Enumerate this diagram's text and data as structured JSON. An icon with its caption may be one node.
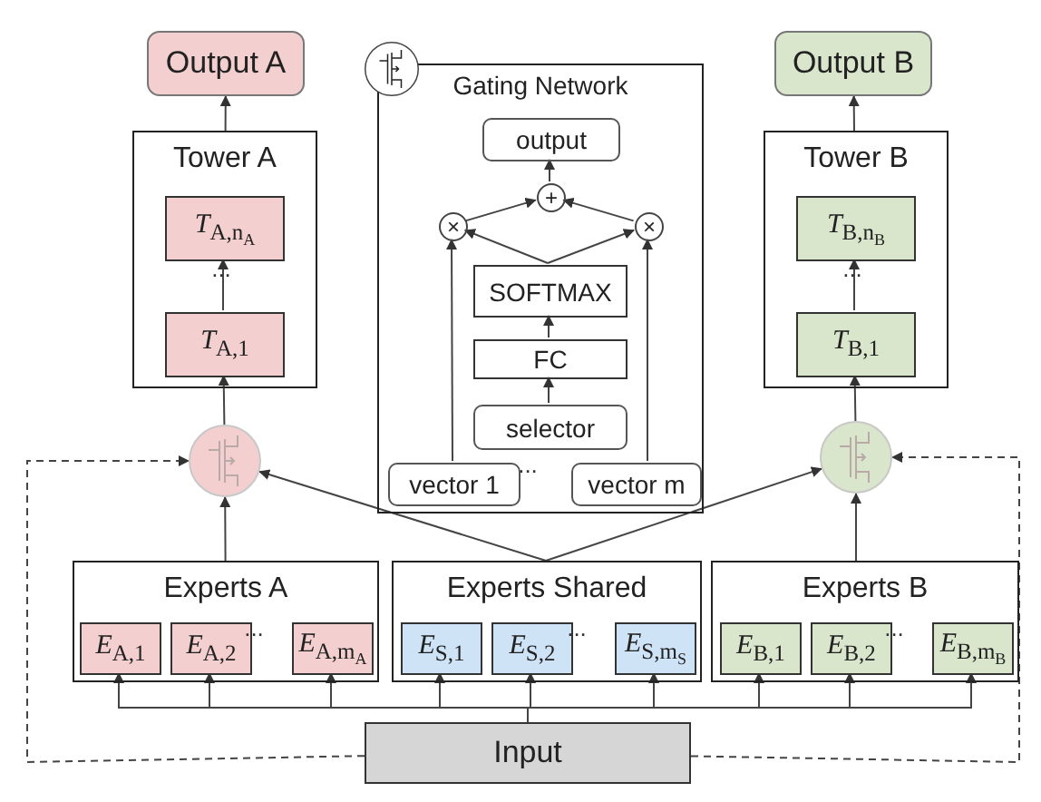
{
  "diagram": {
    "nodes": [
      {
        "text": [
          "Output A"
        ]
      },
      {
        "text": [
          "Tower A"
        ]
      },
      {
        "text": [
          "*T*$_{A,n}$$_{A}$"
        ],
        "in": 1
      },
      {
        "text": [
          "*T*$_{A,1}$"
        ],
        "in": 1
      },
      {
        "text": [
          "Gating Network"
        ]
      },
      {
        "text": [
          "output"
        ],
        "in": 4
      },
      {
        "text": [
          "+"
        ],
        "in": 4
      },
      {
        "text": [
          "×"
        ],
        "in": 4
      },
      {
        "text": [
          "×"
        ],
        "in": 4
      },
      {
        "text": [
          "SOFTMAX"
        ],
        "in": 4
      },
      {
        "text": [
          "FC"
        ],
        "in": 4
      },
      {
        "text": [
          "selector"
        ],
        "in": 4
      },
      {
        "text": [
          "vector 1"
        ],
        "in": 4
      },
      {
        "text": [
          "vector m"
        ],
        "in": 4
      },
      {
        "text": [
          "Output B"
        ]
      },
      {
        "text": [
          "Tower B"
        ]
      },
      {
        "text": [
          "*T*$_{B,n}$$_{B}$"
        ],
        "in": 15
      },
      {
        "text": [
          "*T*$_{B,1}$"
        ],
        "in": 15
      },
      {
        "text": [],
        "shape": "circle"
      },
      {
        "text": [],
        "shape": "circle"
      },
      {
        "text": [
          "Experts A"
        ]
      },
      {
        "text": [
          "*E*$_{A,1}$"
        ],
        "in": 20
      },
      {
        "text": [
          "*E*$_{A,2}$"
        ],
        "in": 20
      },
      {
        "text": [
          "*E*$_{A,m}$$_{A}$"
        ],
        "in": 20
      },
      {
        "text": [
          "Experts Shared"
        ]
      },
      {
        "text": [
          "*E*$_{S,1}$"
        ],
        "in": 24
      },
      {
        "text": [
          "*E*$_{S,2}$"
        ],
        "in": 24
      },
      {
        "text": [
          "*E*$_{S,m}$$_{S}$"
        ],
        "in": 24
      },
      {
        "text": [
          "Experts B"
        ]
      },
      {
        "text": [
          "*E*$_{B,1}$"
        ],
        "in": 28
      },
      {
        "text": [
          "*E*$_{B,2}$"
        ],
        "in": 28
      },
      {
        "text": [
          "*E*$_{B,m}$$_{B}$"
        ],
        "in": 28
      },
      {
        "text": [
          "Input"
        ]
      }
    ],
    "edges": [
      {
        "from": 1,
        "to": 0,
        "arrow": "to"
      },
      {
        "from": 3,
        "to": 2,
        "arrow": "to"
      },
      {
        "from": 18,
        "to": 3,
        "arrow": "to"
      },
      {
        "from": 15,
        "to": 14,
        "arrow": "to"
      },
      {
        "from": 17,
        "to": 16,
        "arrow": "to"
      },
      {
        "from": 19,
        "to": 17,
        "arrow": "to"
      },
      {
        "from": 20,
        "to": 18,
        "arrow": "to"
      },
      {
        "from": 24,
        "to": 18,
        "arrow": "to"
      },
      {
        "from": 24,
        "to": 19,
        "arrow": "to"
      },
      {
        "from": 28,
        "to": 19,
        "arrow": "to"
      },
      {
        "from": 32,
        "to": 18,
        "arrow": "to",
        "style": "dashed"
      },
      {
        "from": 32,
        "to": 19,
        "arrow": "to",
        "style": "dashed"
      },
      {
        "from": 32,
        "to": 21,
        "arrow": "to"
      },
      {
        "from": 32,
        "to": 22,
        "arrow": "to"
      },
      {
        "from": 32,
        "to": 23,
        "arrow": "to"
      },
      {
        "from": 32,
        "to": 25,
        "arrow": "to"
      },
      {
        "from": 32,
        "to": 26,
        "arrow": "to"
      },
      {
        "from": 32,
        "to": 27,
        "arrow": "to"
      },
      {
        "from": 32,
        "to": 29,
        "arrow": "to"
      },
      {
        "from": 32,
        "to": 30,
        "arrow": "to"
      },
      {
        "from": 32,
        "to": 31,
        "arrow": "to"
      },
      {
        "from": 11,
        "to": 10,
        "arrow": "to"
      },
      {
        "from": 10,
        "to": 9,
        "arrow": "to"
      },
      {
        "from": 9,
        "to": 7,
        "arrow": "to"
      },
      {
        "from": 9,
        "to": 8,
        "arrow": "to"
      },
      {
        "from": 12,
        "to": 7,
        "arrow": "to"
      },
      {
        "from": 13,
        "to": 8,
        "arrow": "to"
      },
      {
        "from": 7,
        "to": 6,
        "arrow": "to"
      },
      {
        "from": 8,
        "to": 6,
        "arrow": "to"
      },
      {
        "from": 6,
        "to": 5,
        "arrow": "to"
      }
    ],
    "labels": [
      "...",
      "...",
      "...",
      "...",
      "...",
      "..."
    ]
  }
}
